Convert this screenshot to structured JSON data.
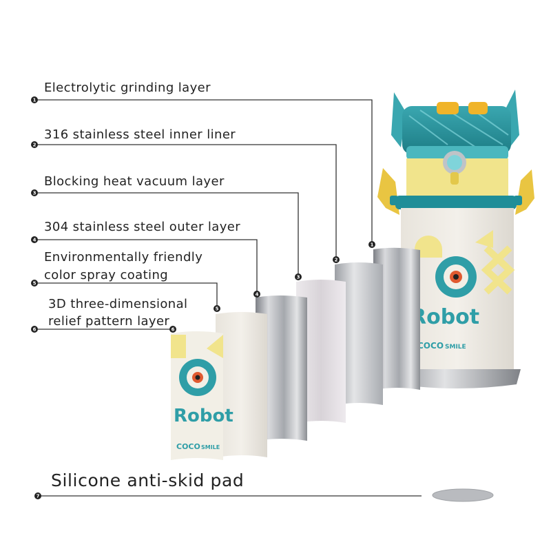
{
  "layers": [
    {
      "number": "1",
      "label": "Electrolytic grinding layer"
    },
    {
      "number": "2",
      "label": "316 stainless steel inner liner"
    },
    {
      "number": "3",
      "label": "Blocking heat vacuum layer"
    },
    {
      "number": "4",
      "label": "304 stainless steel outer layer"
    },
    {
      "number": "5",
      "label_line1": "Environmentally friendly",
      "label_line2": "color spray coating"
    },
    {
      "number": "6",
      "label_line1": "3D three-dimensional",
      "label_line2": "relief pattern layer"
    },
    {
      "number": "7",
      "label": "Silicone anti-skid pad"
    }
  ],
  "bottle": {
    "brand": "COCO",
    "brand_suffix": "SMILE",
    "print_word": "Robot"
  },
  "colors": {
    "teal": "#2f9ea7",
    "yellow": "#f1e48c",
    "cream": "#f2efe6",
    "steel": "#b9bbbf",
    "line": "#333333",
    "marker": "#222222"
  }
}
